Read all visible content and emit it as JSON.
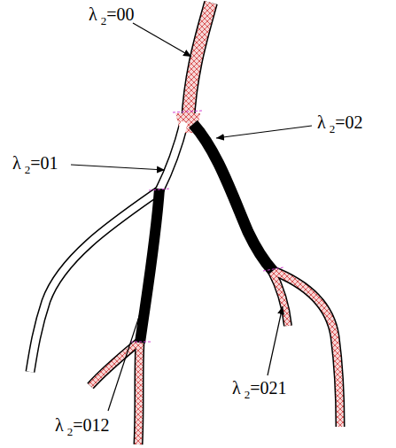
{
  "diagram": {
    "labels": [
      "λ2=00",
      "λ2=01",
      "λ2=02",
      "λ2=012",
      "λ2=021"
    ]
  }
}
